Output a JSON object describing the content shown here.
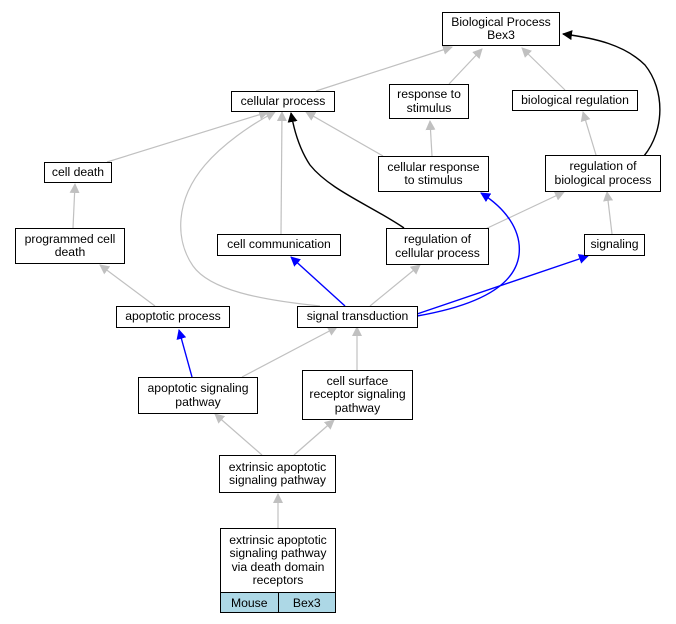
{
  "colors": {
    "edge_is_a": "#c0c0c0",
    "edge_regulates": "#000000",
    "edge_highlight": "#0000ff",
    "annotation_cell": "#add8e6",
    "node_border": "#000000"
  },
  "nodes": {
    "biological_process": "Biological Process\nBex3",
    "cellular_process": "cellular process",
    "response_to_stimulus": "response to\nstimulus",
    "biological_regulation": "biological regulation",
    "cell_death": "cell death",
    "cellular_response_to_stimulus": "cellular response\nto stimulus",
    "regulation_of_biological_process": "regulation of\nbiological process",
    "programmed_cell_death": "programmed cell\ndeath",
    "cell_communication": "cell communication",
    "regulation_of_cellular_process": "regulation of\ncellular process",
    "signaling": "signaling",
    "apoptotic_process": "apoptotic process",
    "signal_transduction": "signal transduction",
    "apoptotic_signaling_pathway": "apoptotic signaling\npathway",
    "cell_surface_receptor_signaling_pathway": "cell surface\nreceptor signaling\npathway",
    "extrinsic_apoptotic_signaling_pathway": "extrinsic apoptotic\nsignaling pathway",
    "extrinsic_apoptotic_signaling_pathway_via_death_domain_receptors": "extrinsic apoptotic\nsignaling pathway\nvia death domain\nreceptors"
  },
  "annotation": {
    "organism": "Mouse",
    "gene": "Bex3"
  }
}
